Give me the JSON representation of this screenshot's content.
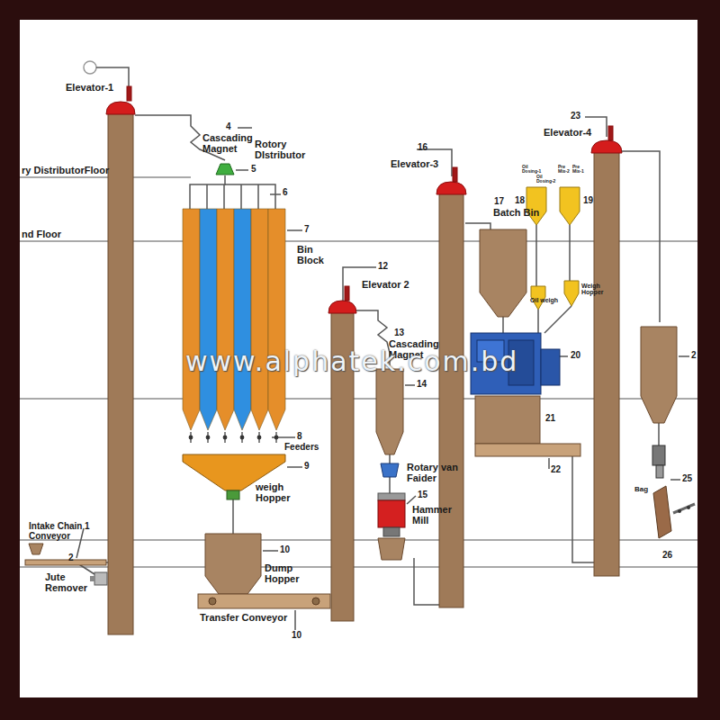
{
  "diagram": {
    "labels": [
      "Elevator-1",
      "4",
      "Cascading Magnet",
      "Rotory DIstributor",
      "5",
      "ry DistributorFloor",
      "6",
      "nd Floor",
      "7",
      "Bin Block",
      "12",
      "Elevator 2",
      "13",
      "Cascading Magnet",
      "14",
      "8",
      "Feeders",
      "9",
      "weigh Hopper",
      "Rotary van Faider",
      "15",
      "Hammer Mill",
      "16",
      "Elevator-3",
      "17",
      "Batch Bin",
      "18",
      "19",
      "Oil Dosing-1",
      "Oil Dosing-2",
      "Pre Mix-2",
      "Pre Mix-1",
      "Oil weigh",
      "Weigh Hopper",
      "20",
      "21",
      "22",
      "23",
      "Elevator-4",
      "2",
      "25",
      "26",
      "Bag",
      "Intake Chain Conveyor",
      "1",
      "2",
      "Jute Remover",
      "10",
      "Dump Hopper",
      "Transfer Conveyor",
      "10",
      "www.alphatek.com.bd"
    ]
  }
}
